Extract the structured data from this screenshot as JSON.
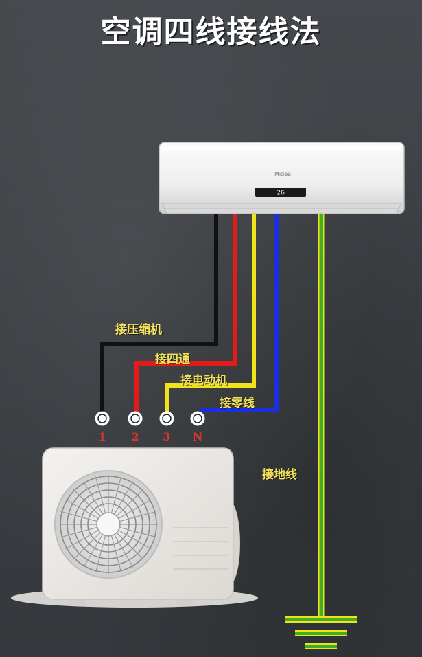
{
  "title": "空调四线接线法",
  "indoor_unit": {
    "brand": "Midea",
    "display_digits": "26"
  },
  "wires": [
    {
      "label": "接压缩机",
      "color": "#111111",
      "terminal": "1"
    },
    {
      "label": "接四通",
      "color": "#e31b1b",
      "terminal": "2"
    },
    {
      "label": "接电动机",
      "color": "#f0e31a",
      "terminal": "3"
    },
    {
      "label": "接零线",
      "color": "#1a2fe0",
      "terminal": "N"
    }
  ],
  "ground": {
    "label": "接地线",
    "color_outer": "#f0e31a",
    "color_inner": "#3fae2a"
  }
}
